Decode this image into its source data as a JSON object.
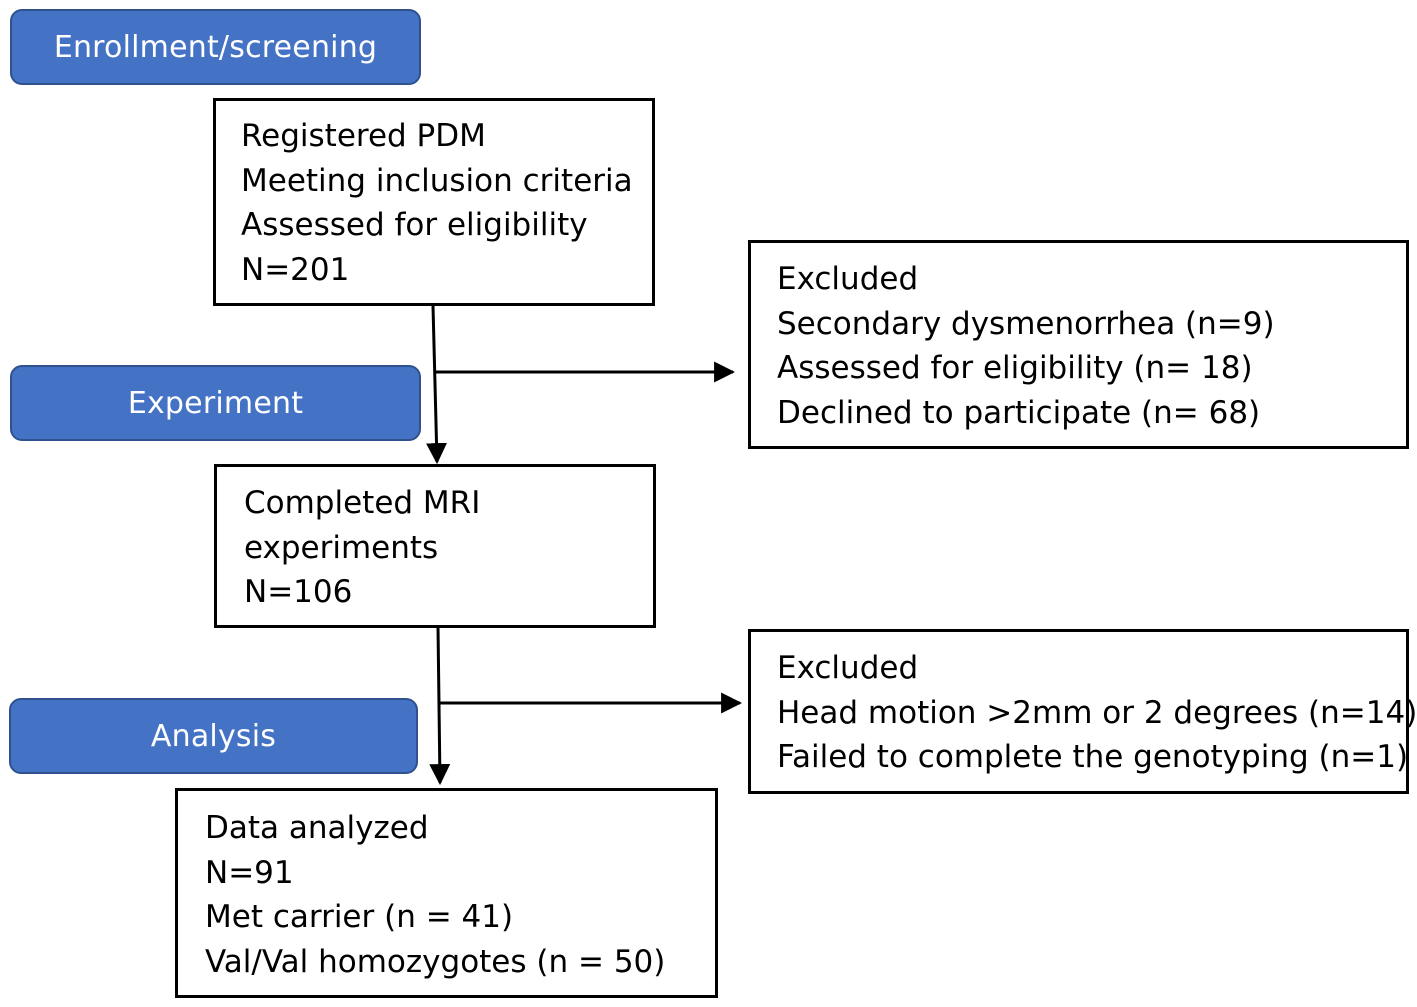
{
  "phases": {
    "enrollment": "Enrollment/screening",
    "experiment": "Experiment",
    "analysis": "Analysis"
  },
  "boxes": {
    "registered": [
      "Registered PDM",
      "Meeting inclusion criteria",
      "Assessed for eligibility",
      "N=201"
    ],
    "excluded_1": [
      "Excluded",
      "Secondary dysmenorrhea (n=9)",
      "Assessed for eligibility (n= 18)",
      "Declined to participate (n= 68)"
    ],
    "completed": [
      "Completed MRI",
      "experiments",
      "N=106"
    ],
    "excluded_2": [
      "Excluded",
      "Head motion >2mm or 2 degrees (n=14)",
      "Failed to complete the genotyping (n=1)"
    ],
    "analyzed": [
      "Data analyzed",
      "N=91",
      "Met carrier (n = 41)",
      "Val/Val homozygotes (n = 50)"
    ]
  },
  "colors": {
    "phase_fill": "#4472c4",
    "phase_border": "#2f528f",
    "box_border": "#000000"
  }
}
